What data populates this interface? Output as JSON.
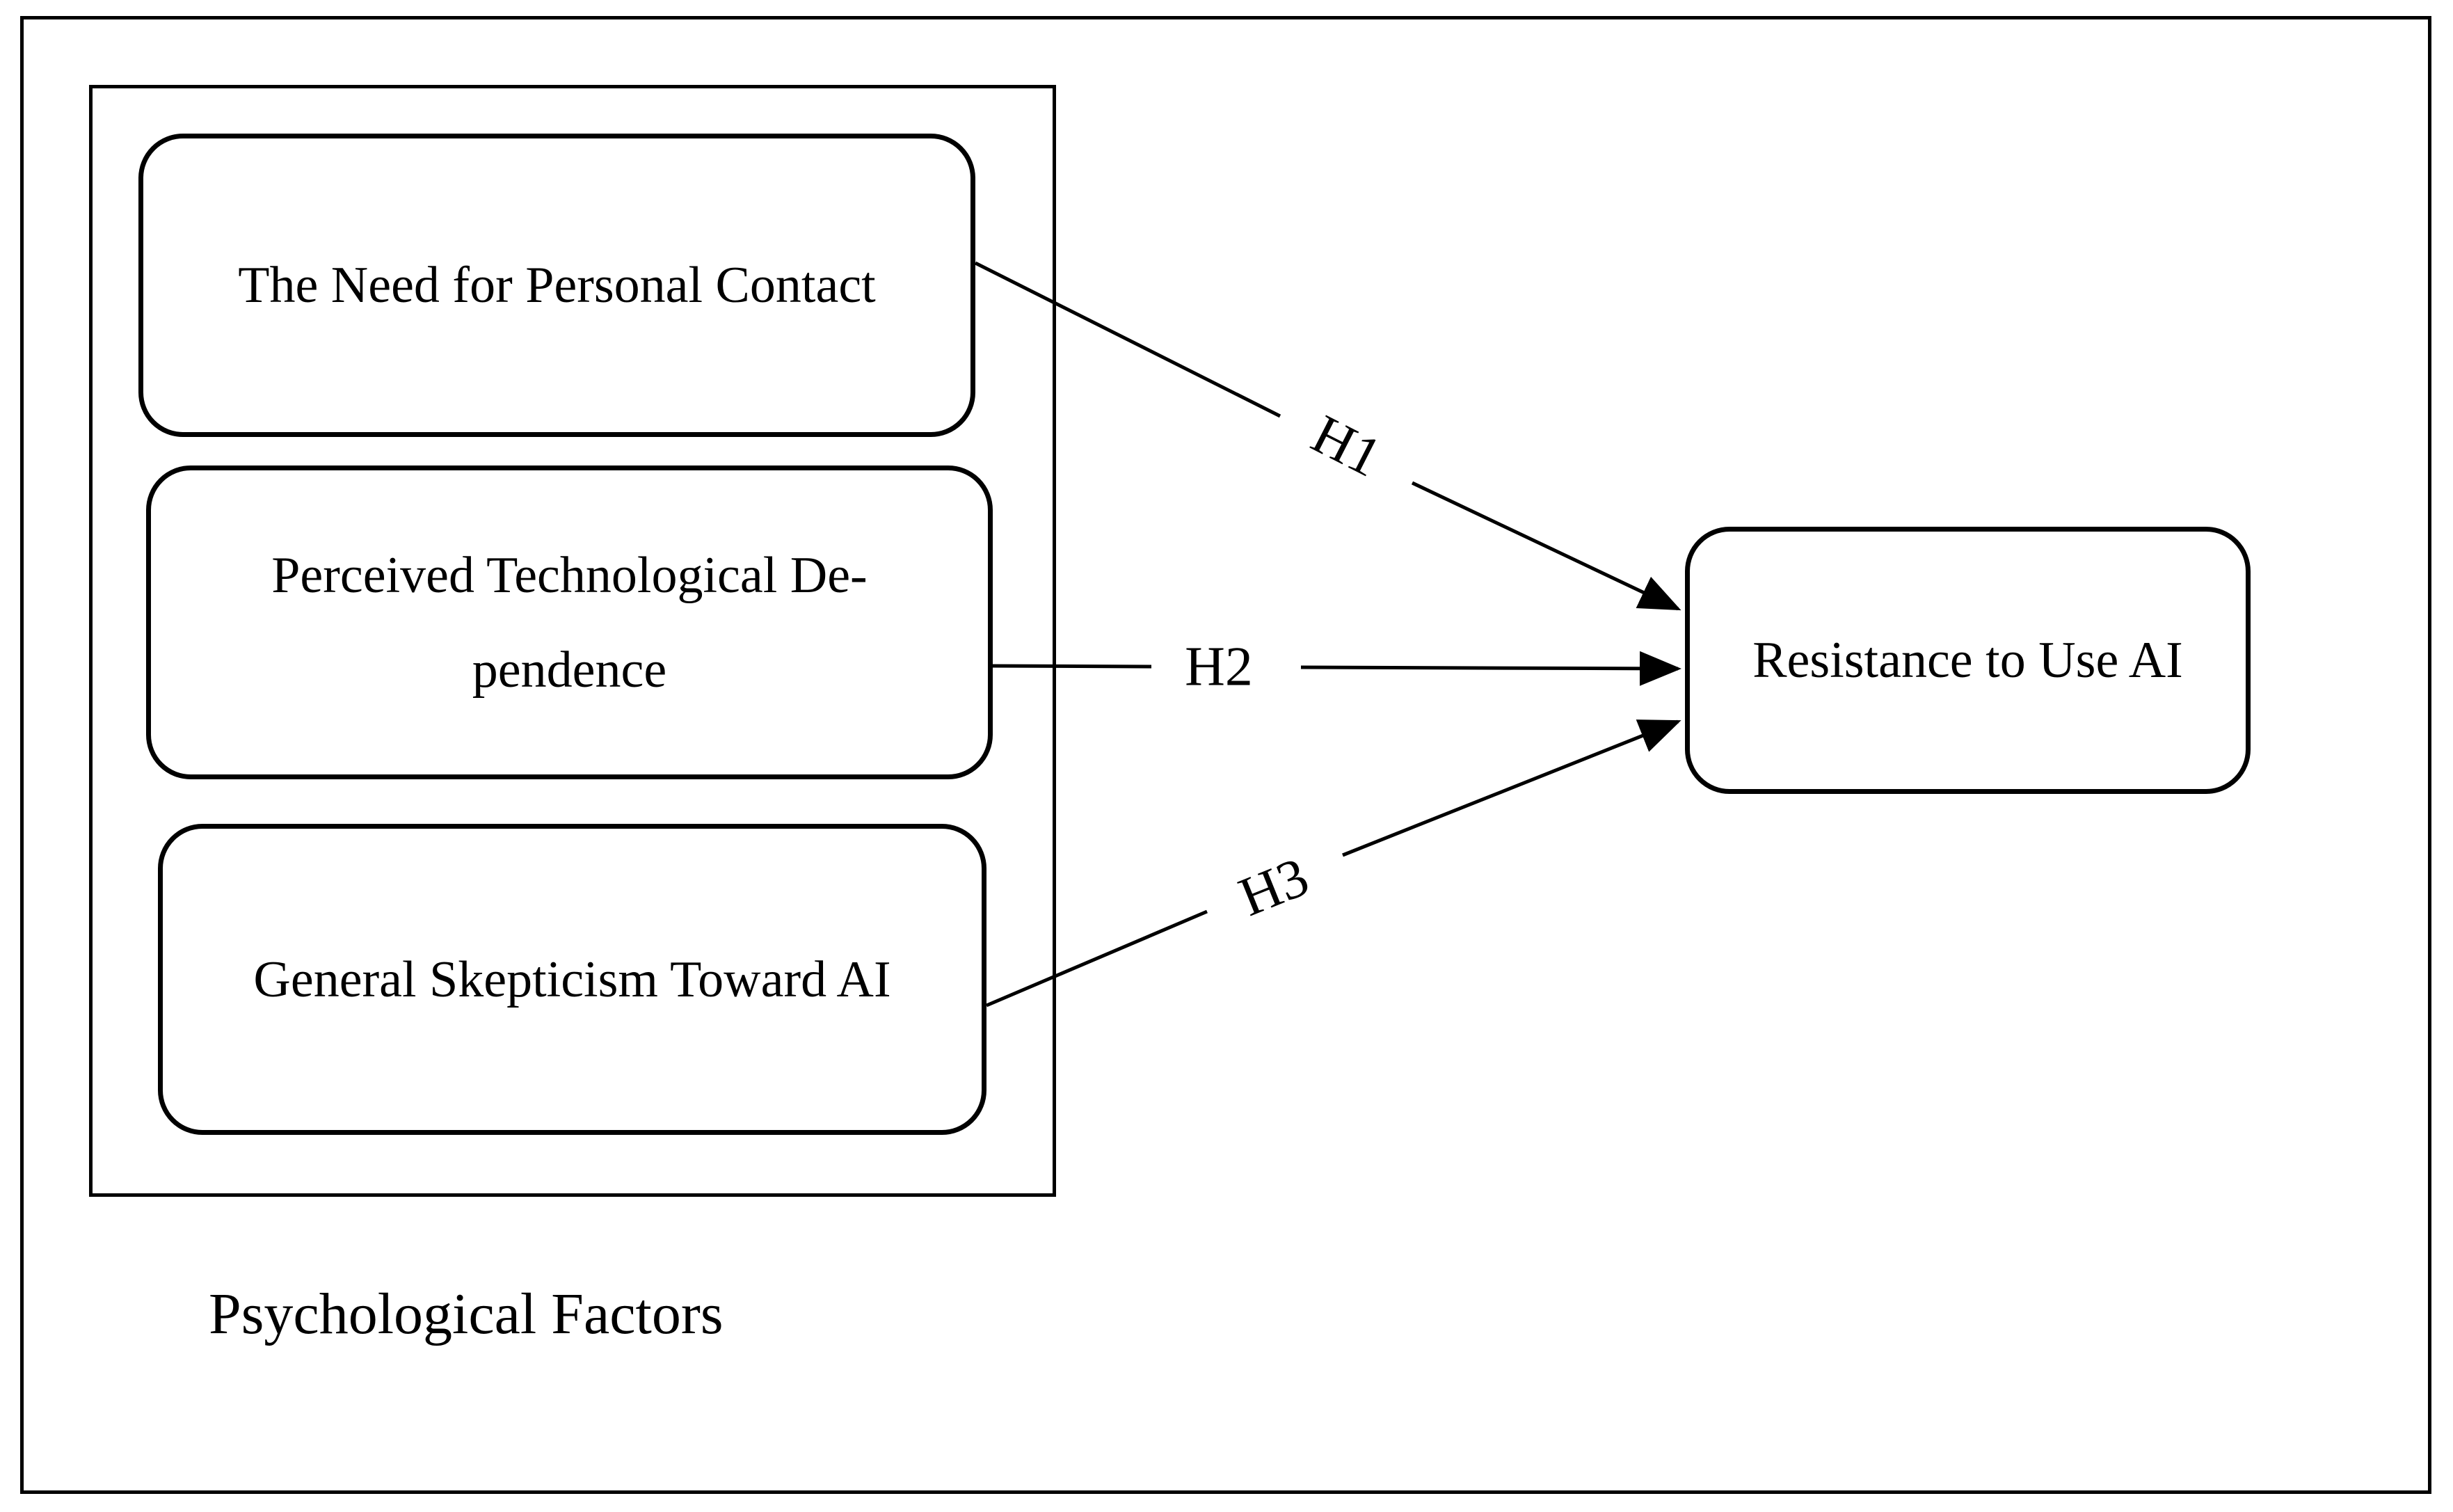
{
  "diagram": {
    "group_label": "Psychological Factors",
    "nodes": [
      {
        "id": "n1",
        "label": "The Need for Personal Contact"
      },
      {
        "id": "n2",
        "label": "Perceived Technological De-pendence"
      },
      {
        "id": "n3",
        "label": "General Skepticism Toward AI"
      },
      {
        "id": "n4",
        "label": "Resistance to Use AI"
      }
    ],
    "edges": [
      {
        "from": "n1",
        "to": "n4",
        "label": "H1"
      },
      {
        "from": "n2",
        "to": "n4",
        "label": "H2"
      },
      {
        "from": "n3",
        "to": "n4",
        "label": "H3"
      }
    ]
  }
}
